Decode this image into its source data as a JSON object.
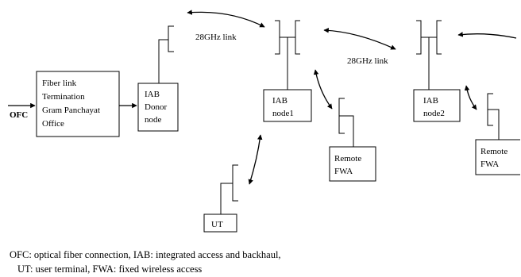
{
  "diagram": {
    "input_label": "OFC",
    "fiber_box_lines": [
      "Fiber link",
      "Termination",
      "Gram Panchayat",
      "Office"
    ],
    "donor_box_lines": [
      "IAB",
      "Donor",
      "node"
    ],
    "node1_box_lines": [
      "IAB",
      "node1"
    ],
    "node2_box_lines": [
      "IAB",
      "node2"
    ],
    "remote1_box_lines": [
      "Remote",
      "FWA"
    ],
    "remote2_box_lines": [
      "Remote",
      "FWA"
    ],
    "ut_box_label": "UT",
    "link1_label": "28GHz link",
    "link2_label": "28GHz link"
  },
  "legend": {
    "line1": "OFC: optical fiber connection,  IAB: integrated access and backhaul,",
    "line2": "UT: user terminal,   FWA: fixed wireless access"
  }
}
